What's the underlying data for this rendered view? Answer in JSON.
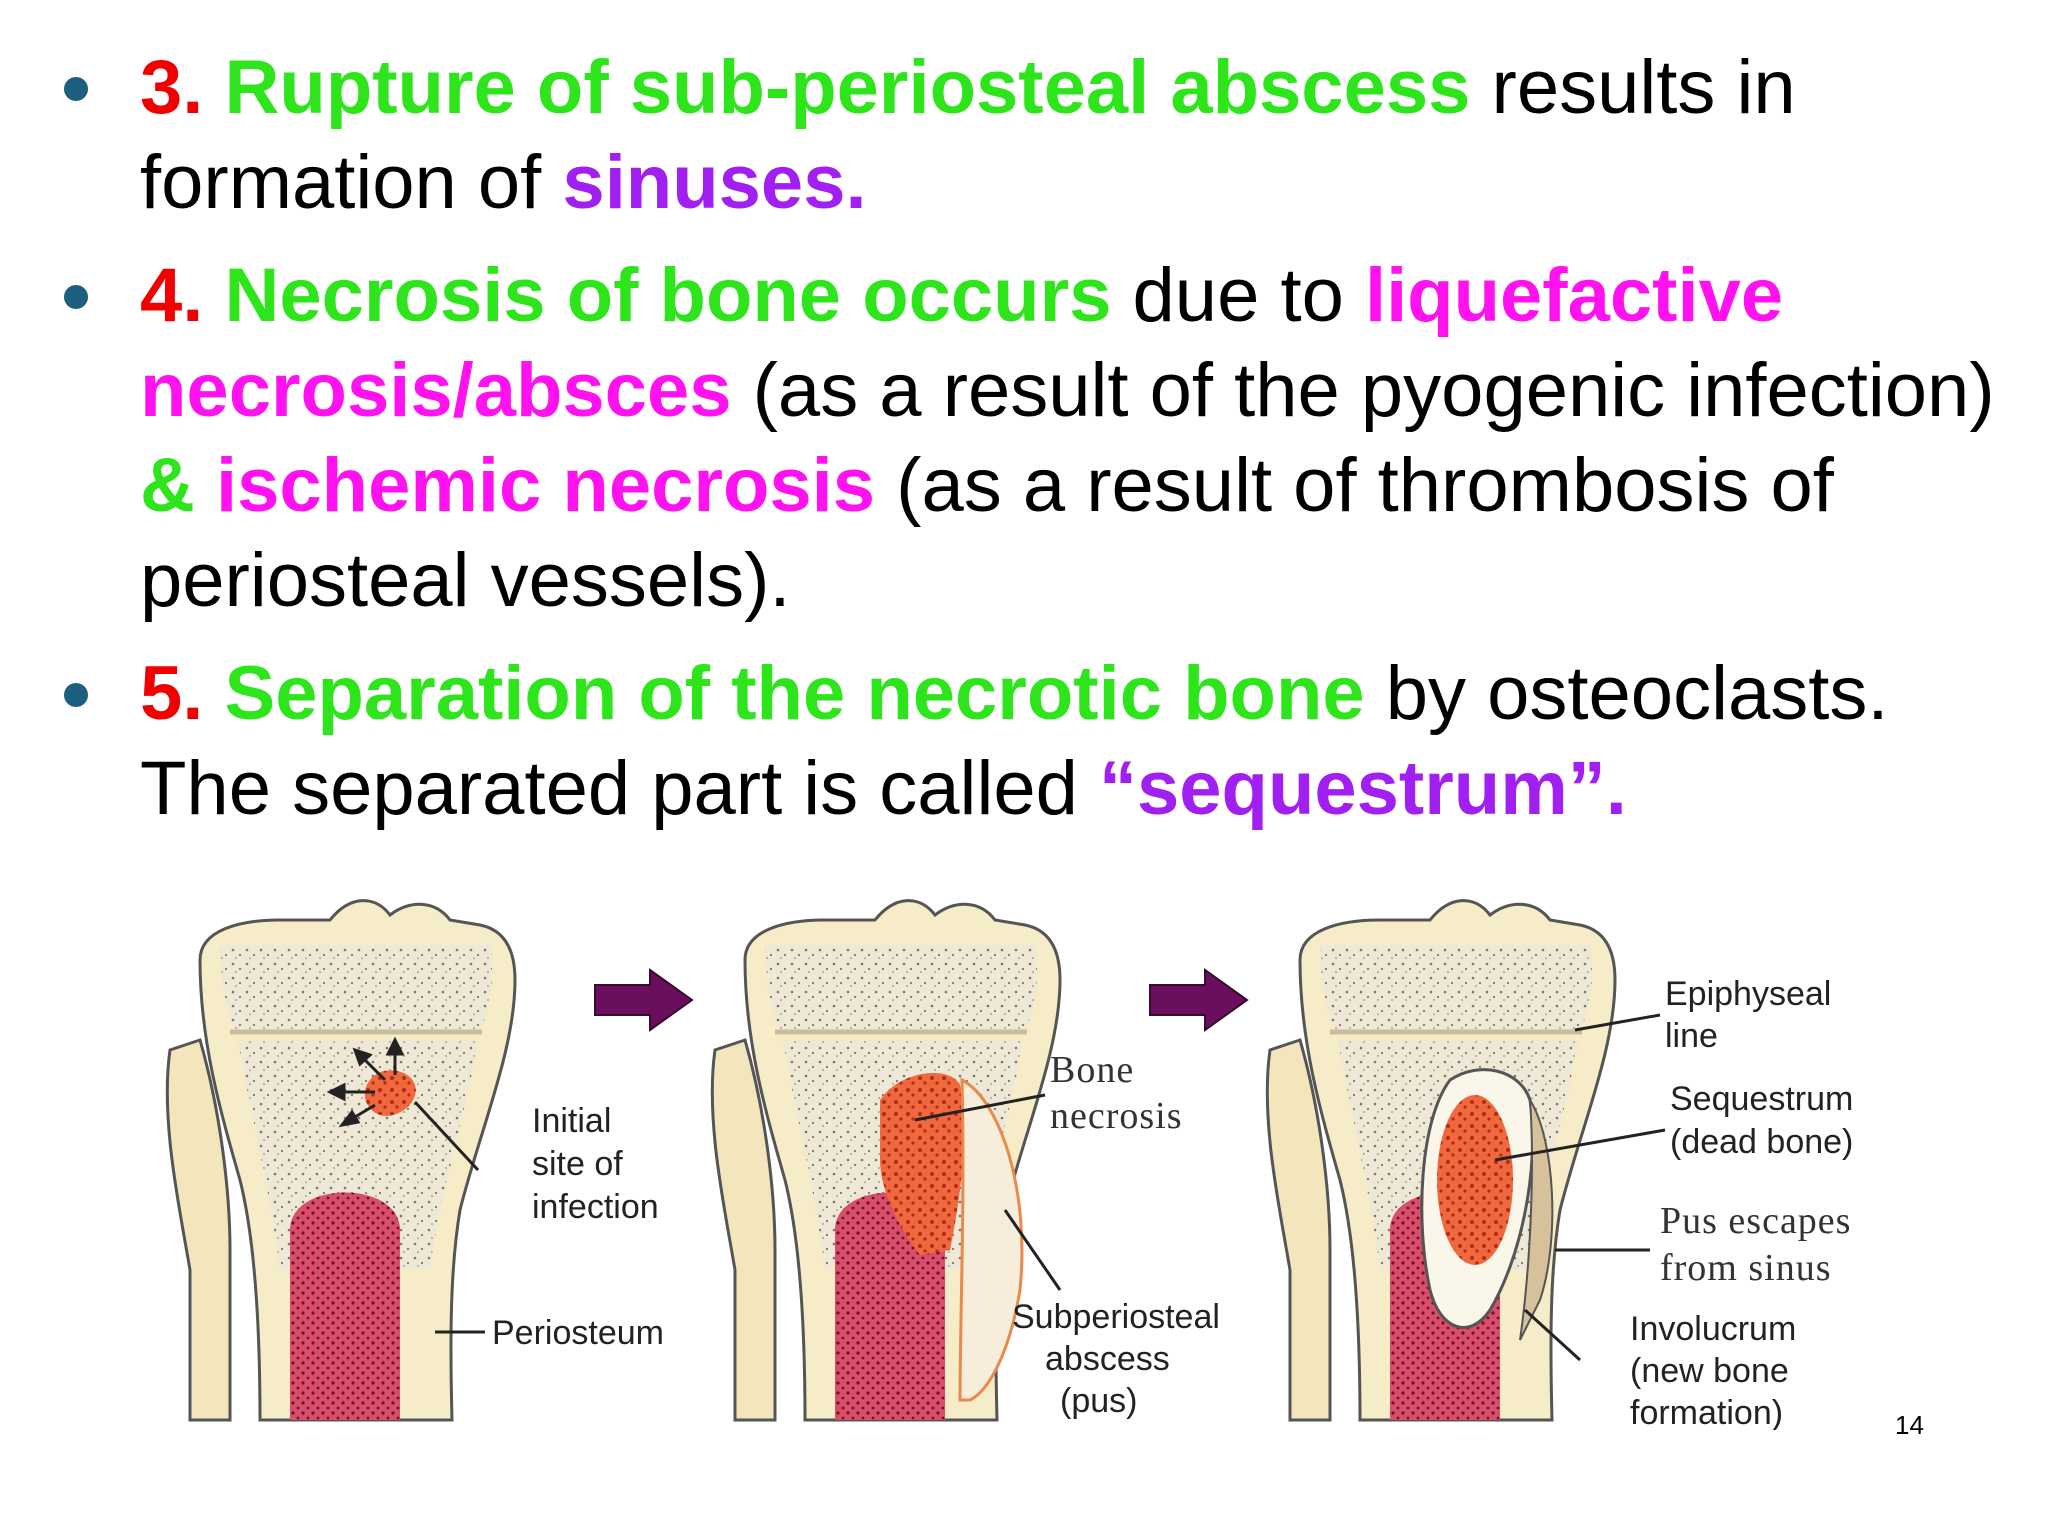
{
  "bullets": [
    {
      "num": "3.",
      "head": " Rupture of sub-periosteal abscess",
      "text1": " results in formation of ",
      "term": "sinuses."
    },
    {
      "num": "4.",
      "head": " Necrosis of bone occurs",
      "text1": " due to ",
      "term1": "liquefactive necrosis/absces",
      "text2": " (as a result of the pyogenic infection) ",
      "amp": "& ",
      "term2": "ischemic necrosis",
      "text3": " (as a result of thrombosis of periosteal vessels)."
    },
    {
      "num": "5.",
      "head": " Separation of the necrotic bone",
      "text1": " by osteoclasts. The separated part is called ",
      "term": "“sequestrum”."
    }
  ],
  "figure": {
    "panel1": {
      "label_site": [
        "Initial",
        "site of",
        "infection"
      ],
      "label_periosteum": "Periosteum"
    },
    "panel2": {
      "label_necrosis": [
        "Bone",
        "necrosis"
      ],
      "label_abscess": [
        "Subperiosteal",
        "abscess",
        "(pus)"
      ]
    },
    "panel3": {
      "label_epiphyseal": [
        "Epiphyseal",
        "line"
      ],
      "label_sequestrum": [
        "Sequestrum",
        "(dead bone)"
      ],
      "label_pus": [
        "Pus escapes",
        "from sinus"
      ],
      "label_involucrum": [
        "Involucrum",
        "(new bone",
        "formation)"
      ]
    },
    "arrow_color": "#6a0f5e"
  },
  "page_number": "14"
}
